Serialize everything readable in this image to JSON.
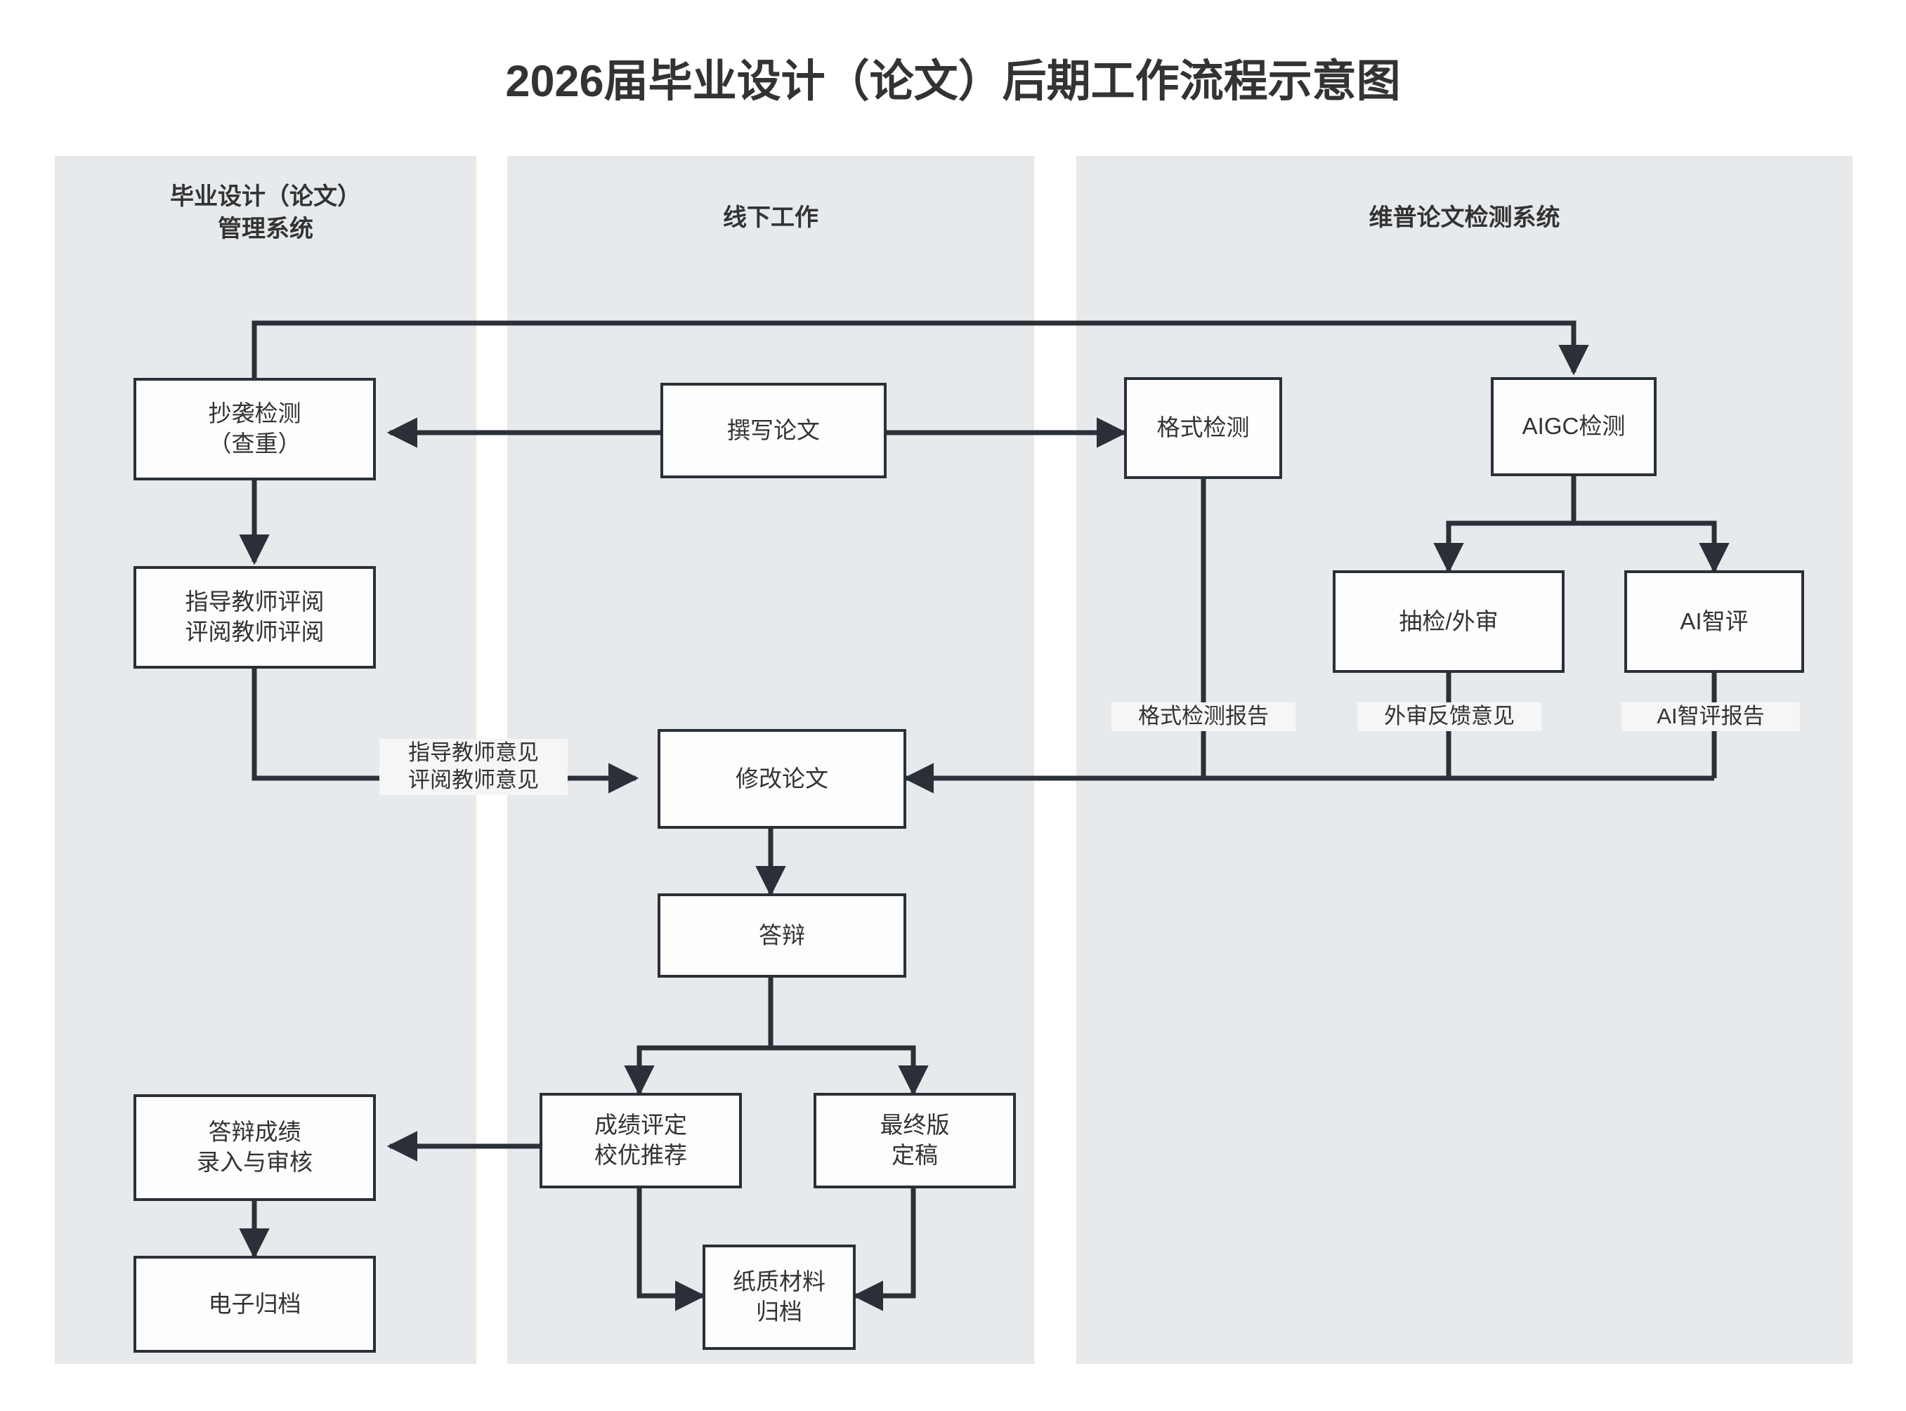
{
  "title": "2026届毕业设计（论文）后期工作流程示意图",
  "lanes": [
    {
      "id": "lane-management-system",
      "label": "毕业设计（论文）\n管理系统"
    },
    {
      "id": "lane-offline-work",
      "label": "线下工作"
    },
    {
      "id": "lane-weipu-detection",
      "label": "维普论文检测系统"
    }
  ],
  "nodes": [
    {
      "id": "plagiarism-check",
      "label": "抄袭检测\n（查重）",
      "lane": 0
    },
    {
      "id": "advisor-reviewer-review",
      "label": "指导教师评阅\n评阅教师评阅",
      "lane": 0
    },
    {
      "id": "defense-score-entry",
      "label": "答辩成绩\n录入与审核",
      "lane": 0
    },
    {
      "id": "electronic-archive",
      "label": "电子归档",
      "lane": 0
    },
    {
      "id": "write-thesis",
      "label": "撰写论文",
      "lane": 1
    },
    {
      "id": "revise-thesis",
      "label": "修改论文",
      "lane": 1
    },
    {
      "id": "thesis-defense",
      "label": "答辩",
      "lane": 1
    },
    {
      "id": "grade-assessment",
      "label": "成绩评定\n校优推荐",
      "lane": 1
    },
    {
      "id": "final-version",
      "label": "最终版\n定稿",
      "lane": 1
    },
    {
      "id": "paper-archive",
      "label": "纸质材料\n归档",
      "lane": 1
    },
    {
      "id": "format-check",
      "label": "格式检测",
      "lane": 2
    },
    {
      "id": "aigc-check",
      "label": "AIGC检测",
      "lane": 2
    },
    {
      "id": "sampling-external-review",
      "label": "抽检/外审",
      "lane": 2
    },
    {
      "id": "ai-smart-review",
      "label": "AI智评",
      "lane": 2
    }
  ],
  "edge_labels": [
    {
      "id": "teacher-opinions",
      "label": "指导教师意见\n评阅教师意见"
    },
    {
      "id": "format-check-report",
      "label": "格式检测报告"
    },
    {
      "id": "external-review-feedback",
      "label": "外审反馈意见"
    },
    {
      "id": "ai-smart-review-report",
      "label": "AI智评报告"
    }
  ],
  "colors": {
    "lane_fill": "#e7eaed",
    "lane_border": "#ebe7e4",
    "node_fill": "#fdfdfd",
    "node_border": "#2b3038",
    "edge_stroke": "#2b3038",
    "text": "#333333",
    "page_background": "#ffffff"
  },
  "chart_data": {
    "type": "diagram",
    "diagram_kind": "swimlane-flowchart",
    "title": "2026届毕业设计（论文）后期工作流程示意图",
    "lanes": [
      "毕业设计（论文）管理系统",
      "线下工作",
      "维普论文检测系统"
    ],
    "nodes": [
      "抄袭检测（查重）",
      "指导教师评阅 评阅教师评阅",
      "答辩成绩 录入与审核",
      "电子归档",
      "撰写论文",
      "修改论文",
      "答辩",
      "成绩评定 校优推荐",
      "最终版 定稿",
      "纸质材料 归档",
      "格式检测",
      "AIGC检测",
      "抽检/外审",
      "AI智评"
    ],
    "edges": [
      {
        "from": "撰写论文",
        "to": "抄袭检测（查重）",
        "label": ""
      },
      {
        "from": "撰写论文",
        "to": "格式检测",
        "label": ""
      },
      {
        "from": "抄袭检测（查重）",
        "to": "AIGC检测",
        "label": ""
      },
      {
        "from": "抄袭检测（查重）",
        "to": "指导教师评阅 评阅教师评阅",
        "label": ""
      },
      {
        "from": "指导教师评阅 评阅教师评阅",
        "to": "修改论文",
        "label": "指导教师意见 评阅教师意见"
      },
      {
        "from": "AIGC检测",
        "to": "抽检/外审",
        "label": ""
      },
      {
        "from": "AIGC检测",
        "to": "AI智评",
        "label": ""
      },
      {
        "from": "格式检测",
        "to": "修改论文",
        "label": "格式检测报告"
      },
      {
        "from": "抽检/外审",
        "to": "修改论文",
        "label": "外审反馈意见"
      },
      {
        "from": "AI智评",
        "to": "修改论文",
        "label": "AI智评报告"
      },
      {
        "from": "修改论文",
        "to": "答辩",
        "label": ""
      },
      {
        "from": "答辩",
        "to": "成绩评定 校优推荐",
        "label": ""
      },
      {
        "from": "答辩",
        "to": "最终版 定稿",
        "label": ""
      },
      {
        "from": "成绩评定 校优推荐",
        "to": "答辩成绩 录入与审核",
        "label": ""
      },
      {
        "from": "成绩评定 校优推荐",
        "to": "纸质材料 归档",
        "label": ""
      },
      {
        "from": "最终版 定稿",
        "to": "纸质材料 归档",
        "label": ""
      },
      {
        "from": "答辩成绩 录入与审核",
        "to": "电子归档",
        "label": ""
      }
    ]
  }
}
